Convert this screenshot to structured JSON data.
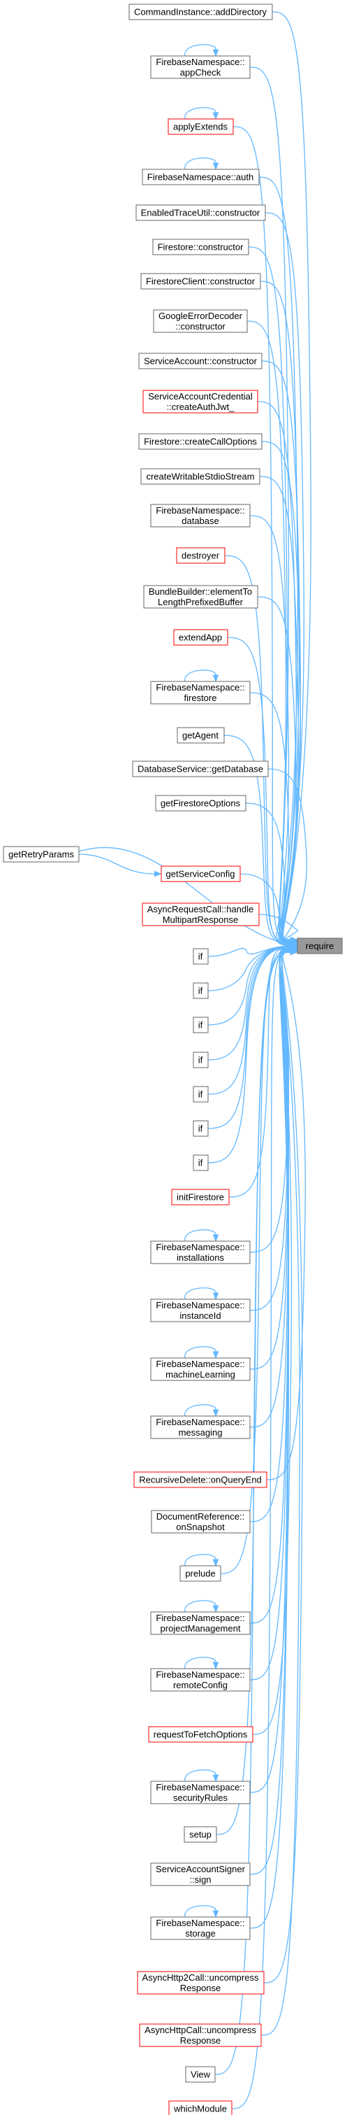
{
  "target": {
    "label": "require"
  },
  "callers": [
    {
      "lines": [
        "CommandInstance::addDirectory"
      ],
      "red": false,
      "self_loop": false
    },
    {
      "lines": [
        "FirebaseNamespace::",
        "appCheck"
      ],
      "red": false,
      "self_loop": true
    },
    {
      "lines": [
        "applyExtends"
      ],
      "red": true,
      "self_loop": true
    },
    {
      "lines": [
        "FirebaseNamespace::auth"
      ],
      "red": false,
      "self_loop": true
    },
    {
      "lines": [
        "EnabledTraceUtil::constructor"
      ],
      "red": false,
      "self_loop": false
    },
    {
      "lines": [
        "Firestore::constructor"
      ],
      "red": false,
      "self_loop": false
    },
    {
      "lines": [
        "FirestoreClient::constructor"
      ],
      "red": false,
      "self_loop": false
    },
    {
      "lines": [
        "GoogleErrorDecoder",
        "::constructor"
      ],
      "red": false,
      "self_loop": false
    },
    {
      "lines": [
        "ServiceAccount::constructor"
      ],
      "red": false,
      "self_loop": false
    },
    {
      "lines": [
        "ServiceAccountCredential",
        "::createAuthJwt_"
      ],
      "red": true,
      "self_loop": false
    },
    {
      "lines": [
        "Firestore::createCallOptions"
      ],
      "red": false,
      "self_loop": false
    },
    {
      "lines": [
        "createWritableStdioStream"
      ],
      "red": false,
      "self_loop": false
    },
    {
      "lines": [
        "FirebaseNamespace::",
        "database"
      ],
      "red": false,
      "self_loop": false
    },
    {
      "lines": [
        "destroyer"
      ],
      "red": true,
      "self_loop": false
    },
    {
      "lines": [
        "BundleBuilder::elementTo",
        "LengthPrefixedBuffer"
      ],
      "red": false,
      "self_loop": false
    },
    {
      "lines": [
        "extendApp"
      ],
      "red": true,
      "self_loop": false
    },
    {
      "lines": [
        "FirebaseNamespace::",
        "firestore"
      ],
      "red": false,
      "self_loop": true
    },
    {
      "lines": [
        "getAgent"
      ],
      "red": false,
      "self_loop": false
    },
    {
      "lines": [
        "DatabaseService::getDatabase"
      ],
      "red": false,
      "self_loop": false
    },
    {
      "lines": [
        "getFirestoreOptions"
      ],
      "red": false,
      "self_loop": false
    },
    {
      "lines": [
        "getServiceConfig"
      ],
      "red": true,
      "self_loop": false
    },
    {
      "lines": [
        "AsyncRequestCall::handle",
        "MultipartResponse"
      ],
      "red": true,
      "self_loop": false
    },
    {
      "lines": [
        "if"
      ],
      "red": false,
      "self_loop": false
    },
    {
      "lines": [
        "if"
      ],
      "red": false,
      "self_loop": false
    },
    {
      "lines": [
        "if"
      ],
      "red": false,
      "self_loop": false
    },
    {
      "lines": [
        "if"
      ],
      "red": false,
      "self_loop": false
    },
    {
      "lines": [
        "if"
      ],
      "red": false,
      "self_loop": false
    },
    {
      "lines": [
        "if"
      ],
      "red": false,
      "self_loop": false
    },
    {
      "lines": [
        "if"
      ],
      "red": false,
      "self_loop": false
    },
    {
      "lines": [
        "initFirestore"
      ],
      "red": true,
      "self_loop": false
    },
    {
      "lines": [
        "FirebaseNamespace::",
        "installations"
      ],
      "red": false,
      "self_loop": true
    },
    {
      "lines": [
        "FirebaseNamespace::",
        "instanceId"
      ],
      "red": false,
      "self_loop": true
    },
    {
      "lines": [
        "FirebaseNamespace::",
        "machineLearning"
      ],
      "red": false,
      "self_loop": true
    },
    {
      "lines": [
        "FirebaseNamespace::",
        "messaging"
      ],
      "red": false,
      "self_loop": true
    },
    {
      "lines": [
        "RecursiveDelete::onQueryEnd"
      ],
      "red": true,
      "self_loop": false
    },
    {
      "lines": [
        "DocumentReference::",
        "onSnapshot"
      ],
      "red": false,
      "self_loop": false
    },
    {
      "lines": [
        "prelude"
      ],
      "red": false,
      "self_loop": true
    },
    {
      "lines": [
        "FirebaseNamespace::",
        "projectManagement"
      ],
      "red": false,
      "self_loop": true
    },
    {
      "lines": [
        "FirebaseNamespace::",
        "remoteConfig"
      ],
      "red": false,
      "self_loop": true
    },
    {
      "lines": [
        "requestToFetchOptions"
      ],
      "red": true,
      "self_loop": false
    },
    {
      "lines": [
        "FirebaseNamespace::",
        "securityRules"
      ],
      "red": false,
      "self_loop": true
    },
    {
      "lines": [
        "setup"
      ],
      "red": false,
      "self_loop": false
    },
    {
      "lines": [
        "ServiceAccountSigner",
        "::sign"
      ],
      "red": false,
      "self_loop": false
    },
    {
      "lines": [
        "FirebaseNamespace::",
        "storage"
      ],
      "red": false,
      "self_loop": true
    },
    {
      "lines": [
        "AsyncHttp2Call::uncompress",
        "Response"
      ],
      "red": true,
      "self_loop": false
    },
    {
      "lines": [
        "AsyncHttpCall::uncompress",
        "Response"
      ],
      "red": true,
      "self_loop": false
    },
    {
      "lines": [
        "View"
      ],
      "red": false,
      "self_loop": false
    },
    {
      "lines": [
        "whichModule"
      ],
      "red": true,
      "self_loop": false
    }
  ],
  "secondary": [
    {
      "lines": [
        "getRetryParams"
      ],
      "red": false,
      "calls": "getServiceConfig"
    }
  ],
  "colors": {
    "edge": "#63b8ff",
    "red_border": "#ff0000",
    "border": "#666666",
    "target_fill": "#999999"
  }
}
